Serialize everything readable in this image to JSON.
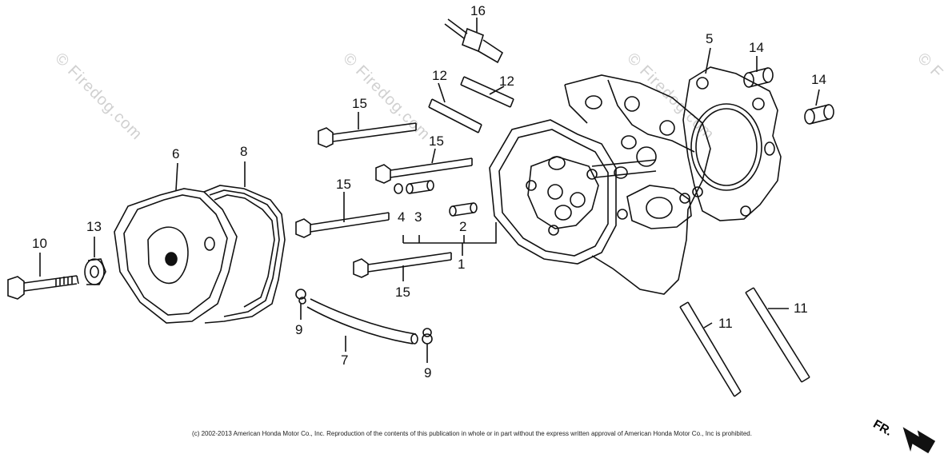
{
  "watermarks": [
    "© Firedog.com",
    "© Firedog.com",
    "© Firedog.com",
    "© F"
  ],
  "callouts": {
    "c1": "1",
    "c2": "2",
    "c3": "3",
    "c4": "4",
    "c5": "5",
    "c6": "6",
    "c7": "7",
    "c8": "8",
    "c9a": "9",
    "c9b": "9",
    "c10": "10",
    "c11a": "11",
    "c11b": "11",
    "c12a": "12",
    "c12b": "12",
    "c13": "13",
    "c14a": "14",
    "c14b": "14",
    "c15a": "15",
    "c15b": "15",
    "c15c": "15",
    "c15d": "15",
    "c16": "16"
  },
  "copyright": "(c) 2002-2013 American Honda Motor Co., Inc. Reproduction of the contents of this publication in whole or in part without the express written approval of American Honda Motor Co., Inc is prohibited.",
  "direction_label": "FR."
}
